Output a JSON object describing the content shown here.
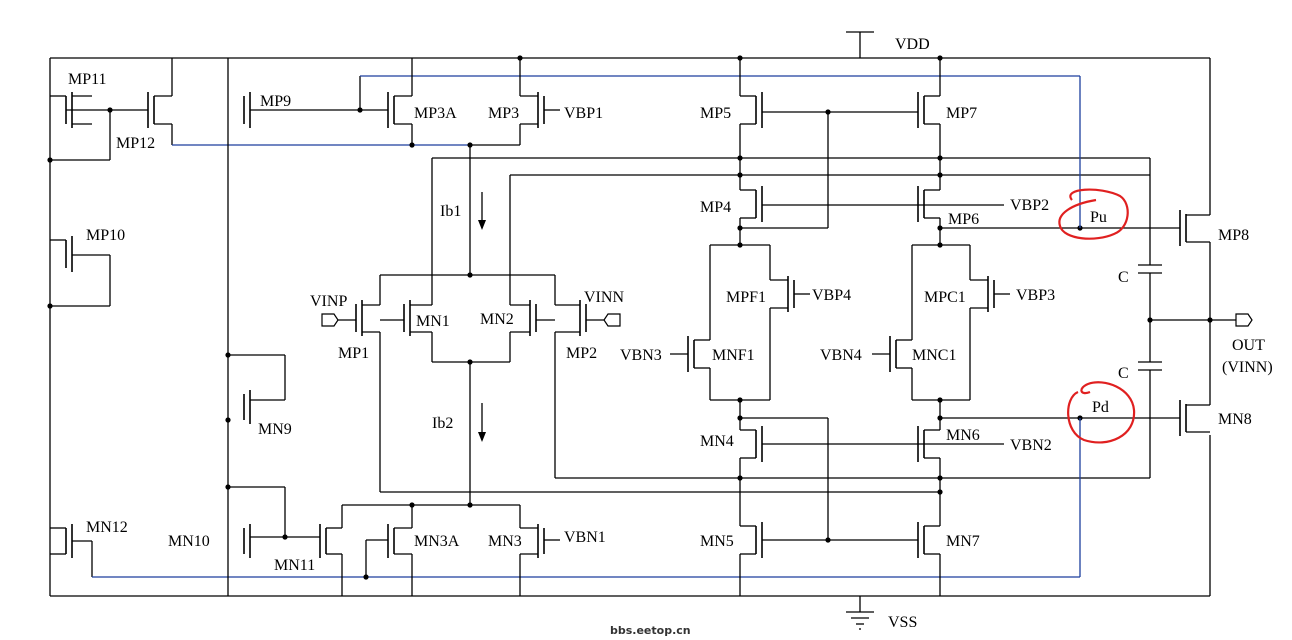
{
  "supplies": {
    "vdd": "VDD",
    "vss": "VSS"
  },
  "transistors": {
    "mp11": "MP11",
    "mp12": "MP12",
    "mp9": "MP9",
    "mp3a": "MP3A",
    "mp3": "MP3",
    "mp10": "MP10",
    "mp5": "MP5",
    "mp7": "MP7",
    "mp4": "MP4",
    "mp6": "MP6",
    "mp8": "MP8",
    "mpf1": "MPF1",
    "mpc1": "MPC1",
    "mn1": "MN1",
    "mn2": "MN2",
    "mp1": "MP1",
    "mp2": "MP2",
    "mnf1": "MNF1",
    "mnc1": "MNC1",
    "mn9": "MN9",
    "mn4": "MN4",
    "mn6": "MN6",
    "mn8": "MN8",
    "mn12": "MN12",
    "mn10": "MN10",
    "mn11": "MN11",
    "mn3a": "MN3A",
    "mn3": "MN3",
    "mn5": "MN5",
    "mn7": "MN7"
  },
  "bias": {
    "vbp1": "VBP1",
    "vbp2": "VBP2",
    "vbp3": "VBP3",
    "vbp4": "VBP4",
    "vbn1": "VBN1",
    "vbn2": "VBN2",
    "vbn3": "VBN3",
    "vbn4": "VBN4"
  },
  "currents": {
    "ib1": "Ib1",
    "ib2": "Ib2"
  },
  "ports": {
    "vinp": "VINP",
    "vinn": "VINN",
    "out": "OUT",
    "out_sub": "(VINN)"
  },
  "nodes": {
    "pu": "Pu",
    "pd": "Pd"
  },
  "caps": {
    "c_top": "C",
    "c_bot": "C"
  },
  "watermark": "bbs.eetop.cn"
}
